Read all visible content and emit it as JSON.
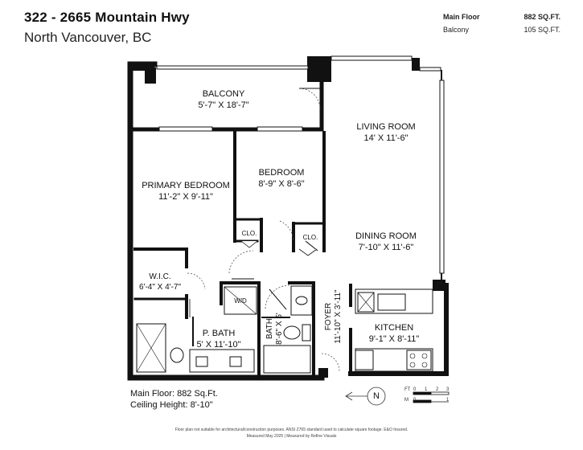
{
  "header": {
    "title": "322 - 2665 Mountain Hwy",
    "subtitle": "North Vancouver, BC"
  },
  "areas": [
    {
      "label": "Main Floor",
      "value": "882 SQ.FT."
    },
    {
      "label": "Balcony",
      "value": "105 SQ.FT."
    }
  ],
  "rooms": {
    "balcony": {
      "name": "BALCONY",
      "dims": "5'-7\" X 18'-7\""
    },
    "living": {
      "name": "LIVING ROOM",
      "dims": "14' X 11'-6\""
    },
    "primary": {
      "name": "PRIMARY BEDROOM",
      "dims": "11'-2\" X 9'-11\""
    },
    "bedroom": {
      "name": "BEDROOM",
      "dims": "8'-9\" X 8'-6\""
    },
    "clo1": {
      "name": "CLO."
    },
    "clo2": {
      "name": "CLO."
    },
    "dining": {
      "name": "DINING ROOM",
      "dims": "7'-10\" X 11'-6\""
    },
    "wic": {
      "name": "W.I.C.",
      "dims": "6'-4\" X 4'-7\""
    },
    "wd": {
      "name": "W/D"
    },
    "pbath": {
      "name": "P. BATH",
      "dims": "5' X 11'-10\""
    },
    "bath": {
      "name": "BATH",
      "dims": "8'-6\" X 5'"
    },
    "foyer": {
      "name": "FOYER",
      "dims": "11'-10\" X 3'-11\""
    },
    "kitchen": {
      "name": "KITCHEN",
      "dims": "9'-1\" X 8'-11\""
    }
  },
  "summary": {
    "main_floor": "Main Floor: 882 Sq.Ft.",
    "ceiling": "Ceiling Height: 8'-10\""
  },
  "scale": {
    "ft_label": "FT",
    "m_label": "M",
    "ticks_ft": [
      "0",
      "1",
      "2",
      "3"
    ],
    "ticks_m": [
      "0",
      "1"
    ]
  },
  "compass": {
    "letter": "N"
  },
  "disclaimer": {
    "line1": "Floor plan not suitable for architectural/construction purposes. ANSI Z765 standard used to calculate square footage. E&O Insured.",
    "line2": "Measured May 2025 | Measured by Refine Visuals"
  }
}
